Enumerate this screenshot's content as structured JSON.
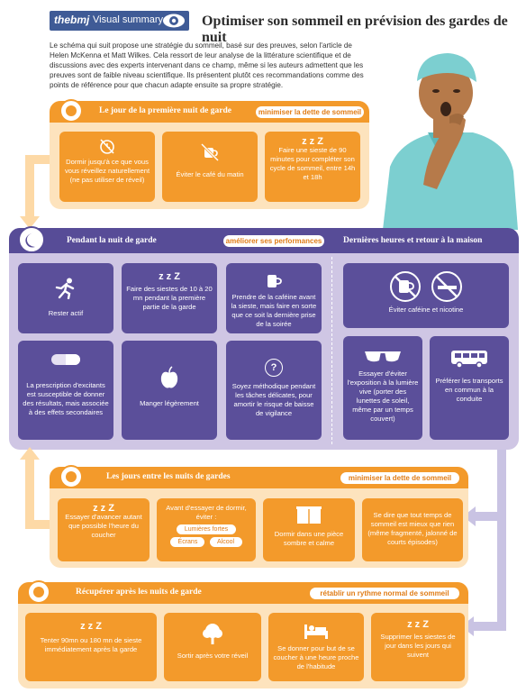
{
  "header": {
    "brand": "thebmj",
    "label": "Visual summary",
    "title": "Optimiser son sommeil en prévision des gardes de nuit"
  },
  "intro": "Le schéma qui suit propose une stratégie du sommeil, basé sur des preuves, selon l'article de Helen McKenna et Matt Wilkes. Cela ressort de leur analyse de la littérature scientifique et de discussions avec des experts intervenant dans ce champ, même si les auteurs admettent que les preuves sont de faible niveau scientifique. Ils présentent plutôt ces recommandations comme des points de référence pour que chacun adapte ensuite sa propre stratégie.",
  "panel1": {
    "title": "Le jour de la première nuit de garde",
    "tag": "minimiser la dette de sommeil",
    "cards": [
      {
        "text": "Dormir jusqu'à ce que vous vous réveillez naturellement (ne pas utiliser de réveil)"
      },
      {
        "text": "Éviter le café du matin"
      },
      {
        "text": "Faire une sieste de 90 minutes pour compléter son cycle de sommeil, entre 14h et 18h"
      }
    ]
  },
  "panel2": {
    "title": "Pendant la nuit de garde",
    "tag": "améliorer ses performances",
    "right_title": "Dernières heures et retour à la maison",
    "cards": [
      {
        "text": "Rester actif"
      },
      {
        "text": "Faire des siestes de 10 à 20 mn pendant la première partie de la garde"
      },
      {
        "text": "Prendre de la caféine avant la sieste, mais faire en sorte que ce soit la dernière prise de la soirée"
      },
      {
        "text": "La prescription d'excitants est susceptible de donner des résultats, mais associée à des effets secondaires"
      },
      {
        "text": "Manger légèrement"
      },
      {
        "text": "Soyez méthodique pendant les tâches délicates, pour amortir le risque de baisse de vigilance"
      }
    ],
    "right_cards": [
      {
        "text": "Éviter caféine et nicotine"
      },
      {
        "text": "Essayer d'éviter l'exposition à la lumière vive  (porter des lunettes de soleil, même par un temps couvert)"
      },
      {
        "text": "Préférer les transports en commun à la conduite"
      }
    ]
  },
  "panel3": {
    "title": "Les jours entre les nuits de gardes",
    "tag": "minimiser la dette de sommeil",
    "cards": [
      {
        "text": "Essayer d'avancer autant que possible l'heure du coucher"
      },
      {
        "text": "Avant d'essayer de dormir, éviter :",
        "chips": [
          "Lumières fortes",
          "Écrans",
          "Alcool"
        ]
      },
      {
        "text": "Dormir dans une pièce sombre et calme"
      },
      {
        "text": "Se dire que tout temps de sommeil est mieux que rien (même fragmenté, jalonné de courts épisodes)"
      }
    ]
  },
  "panel4": {
    "title": "Récupérer après les nuits de garde",
    "tag": "rétablir un rythme normal de sommeil",
    "cards": [
      {
        "text": "Tenter 90mn ou 180 mn de sieste immédiatement après la garde"
      },
      {
        "text": "Sortir après votre réveil"
      },
      {
        "text": "Se donner pour but de se coucher à une heure proche de l'habitude"
      },
      {
        "text": "Supprimer les siestes de jour dans les jours qui suivent"
      }
    ]
  },
  "icons": {
    "zzz": "z z Z",
    "question": "?"
  },
  "colors": {
    "orange": "#f39a2b",
    "orange_light": "#fde3bd",
    "purple": "#574c97",
    "purple_card": "#5b4f9a",
    "purple_light": "#cfc6e4",
    "bmj_blue": "#3f5b96"
  }
}
